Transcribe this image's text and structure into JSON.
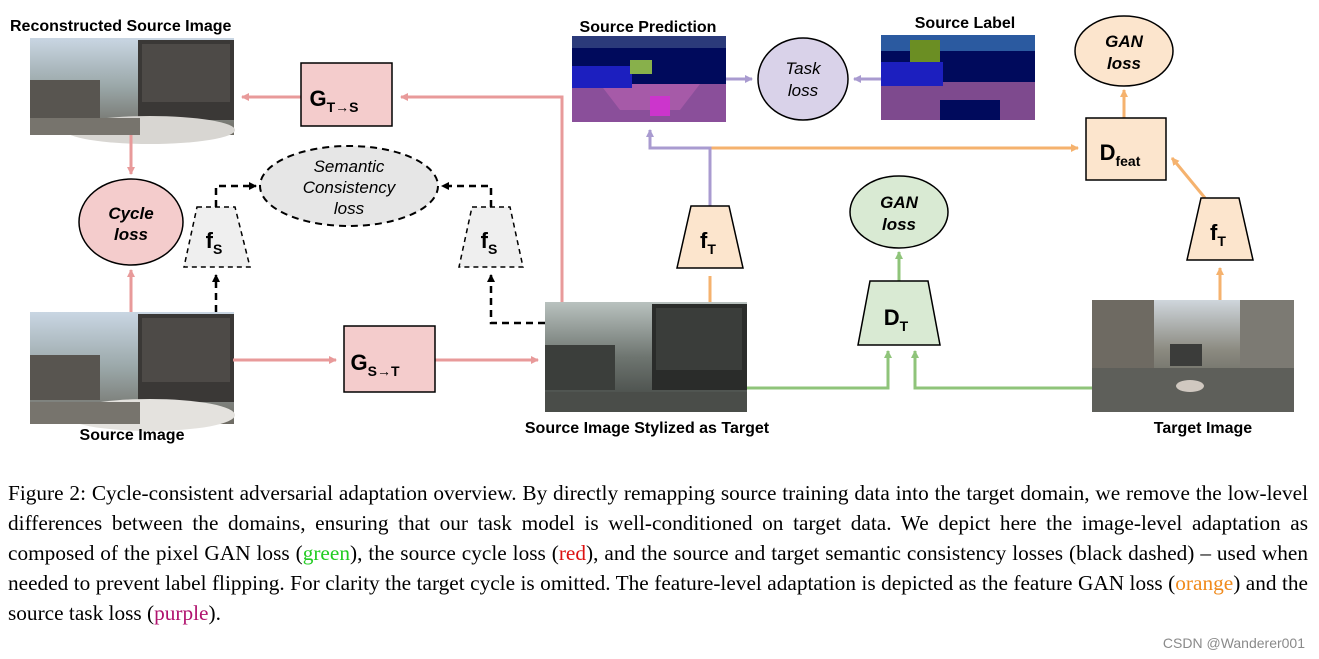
{
  "diagram": {
    "labels": {
      "reconstructed": "Reconstructed Source Image",
      "source_image": "Source Image",
      "stylized": "Source Image Stylized as Target",
      "target_image": "Target Image",
      "source_prediction": "Source Prediction",
      "source_label": "Source Label"
    },
    "nodes": {
      "g_ts_main": "G",
      "g_ts_sub": "T→S",
      "g_st_main": "G",
      "g_st_sub": "S→T",
      "fs_main": "f",
      "fs_sub": "S",
      "ft_main": "f",
      "ft_sub": "T",
      "dt_main": "D",
      "dt_sub": "T",
      "dfeat_main": "D",
      "dfeat_sub": "feat"
    },
    "losses": {
      "cycle_1": "Cycle",
      "cycle_2": "loss",
      "semantic_1": "Semantic",
      "semantic_2": "Consistency",
      "semantic_3": "loss",
      "task_1": "Task",
      "task_2": "loss",
      "gan_1": "GAN",
      "gan_2": "loss"
    },
    "colors": {
      "pixel_gan": "#8fc47a",
      "cycle": "#e89a9a",
      "feature_gan": "#f5b26e",
      "task": "#a99bd0",
      "semantic": "#000000",
      "g_fill": "#f4cccc",
      "f_fill": "#fce5cd",
      "d_t_fill": "#d9ead3",
      "loss_gray": "#e6e6e6",
      "task_fill": "#d9d2e9"
    }
  },
  "caption": {
    "prefix": "Figure 2: Cycle-consistent adversarial adaptation overview. By directly remapping source training data into the target domain, we remove the low-level differences between the domains, ensuring that our task model is well-conditioned on target data. We depict here the image-level adaptation as composed of the pixel GAN loss (",
    "green": "green",
    "part2": "), the source cycle loss (",
    "red": "red",
    "part3": "), and the source and target semantic consistency losses (black dashed) – used when needed to prevent label flipping. For clarity the target cycle is omitted. The feature-level adaptation is depicted as the feature GAN loss (",
    "orange": "orange",
    "part4": ") and the source task loss (",
    "purple": "purple",
    "suffix": ")."
  },
  "watermark": "CSDN @Wanderer001"
}
